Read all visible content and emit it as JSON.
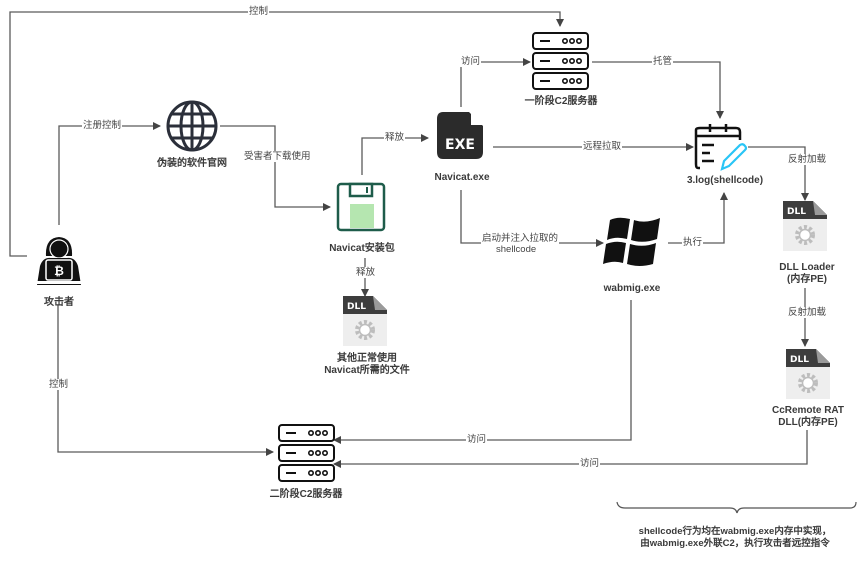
{
  "diagram": {
    "nodes": {
      "attacker": {
        "label": "攻击者",
        "icon": "hacker-icon"
      },
      "fake_site": {
        "label": "伪装的软件官网",
        "icon": "globe-icon"
      },
      "installer": {
        "label": "Navicat安装包",
        "icon": "floppy-disk-icon"
      },
      "navicat_exe": {
        "label": "Navicat.exe",
        "icon": "exe-file-icon",
        "icon_text": "EXE"
      },
      "stage1_c2": {
        "label": "一阶段C2服务器",
        "icon": "server-icon"
      },
      "log_file": {
        "label": "3.log(shellcode)",
        "icon": "notepad-edit-icon"
      },
      "other_files": {
        "label_line1": "其他正常使用",
        "label_line2": "Navicat所需的文件",
        "icon": "dll-file-icon",
        "icon_text": "DLL"
      },
      "wabmig": {
        "label": "wabmig.exe",
        "icon": "windows-logo-icon"
      },
      "dll_loader": {
        "label_line1": "DLL Loader",
        "label_line2": "(内存PE)",
        "icon": "dll-file-icon",
        "icon_text": "DLL"
      },
      "ccremote": {
        "label_line1": "CcRemote RAT",
        "label_line2": "DLL(内存PE)",
        "icon": "dll-file-icon",
        "icon_text": "DLL"
      },
      "stage2_c2": {
        "label": "二阶段C2服务器",
        "icon": "server-icon"
      }
    },
    "edges": {
      "attacker_to_stage1": "控制",
      "attacker_to_site": "注册控制",
      "site_to_installer": "受害者下载使用",
      "installer_to_exe": "释放",
      "installer_to_files": "释放",
      "exe_to_stage1": "访问",
      "stage1_to_log": "托管",
      "exe_to_log": "远程拉取",
      "exe_to_wabmig_line1": "启动并注入拉取的",
      "exe_to_wabmig_line2": "shellcode",
      "wabmig_to_log": "执行",
      "log_to_loader": "反射加载",
      "loader_to_rat": "反射加载",
      "attacker_to_stage2": "控制",
      "wabmig_to_stage2": "访问",
      "rat_to_stage2": "访问"
    },
    "note": {
      "line1": "shellcode行为均在wabmig.exe内存中实现，",
      "line2": "由wabmig.exe外联C2，执行攻击者远控指令"
    },
    "colors": {
      "line": "#555555",
      "icon_dark": "#2b2b2b",
      "floppy_stroke": "#1e5c4a",
      "floppy_fill": "#b5e6b0",
      "pencil": "#29c5f6",
      "dll_header": "#3d3d3d",
      "dll_body": "#eeeeee",
      "gear": "#bdbdbd"
    }
  }
}
